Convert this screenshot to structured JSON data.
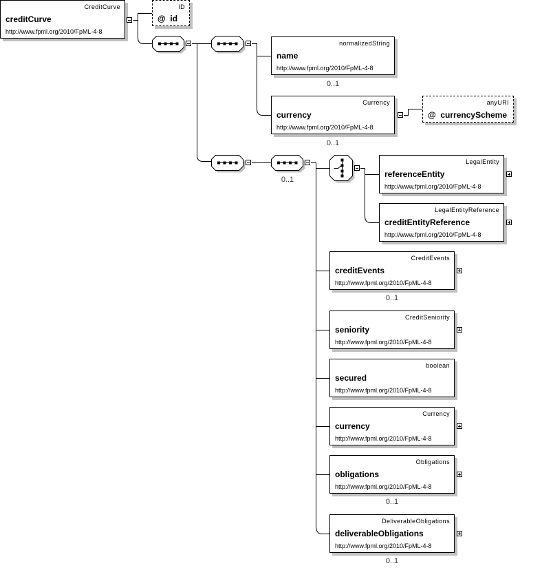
{
  "root": {
    "type": "CreditCurve",
    "name": "creditCurve",
    "ns": "http://www.fpml.org/2010/FpML-4-8"
  },
  "root_attr": {
    "type": "ID",
    "name": "id",
    "prefix": "@"
  },
  "name_el": {
    "type": "normalizedString",
    "name": "name",
    "ns": "http://www.fpml.org/2010/FpML-4-8",
    "occ": "0..1"
  },
  "currency_el": {
    "type": "Currency",
    "name": "currency",
    "ns": "http://www.fpml.org/2010/FpML-4-8",
    "occ": "0..1"
  },
  "currency_attr": {
    "type": "anyURI",
    "name": "currencyScheme",
    "prefix": "@"
  },
  "seq2_occ": "0..1",
  "reference_entity": {
    "type": "LegalEntity",
    "name": "referenceEntity",
    "ns": "http://www.fpml.org/2010/FpML-4-8"
  },
  "credit_entity_ref": {
    "type": "LegalEntityReference",
    "name": "creditEntityReference",
    "ns": "http://www.fpml.org/2010/FpML-4-8"
  },
  "credit_events": {
    "type": "CreditEvents",
    "name": "creditEvents",
    "ns": "http://www.fpml.org/2010/FpML-4-8",
    "occ": "0..1"
  },
  "seniority": {
    "type": "CreditSeniority",
    "name": "seniority",
    "ns": "http://www.fpml.org/2010/FpML-4-8"
  },
  "secured": {
    "type": "boolean",
    "name": "secured",
    "ns": "http://www.fpml.org/2010/FpML-4-8"
  },
  "currency2": {
    "type": "Currency",
    "name": "currency",
    "ns": "http://www.fpml.org/2010/FpML-4-8"
  },
  "obligations": {
    "type": "Obligations",
    "name": "obligations",
    "ns": "http://www.fpml.org/2010/FpML-4-8",
    "occ": "0..1"
  },
  "deliverable_obligations": {
    "type": "DeliverableObligations",
    "name": "deliverableObligations",
    "ns": "http://www.fpml.org/2010/FpML-4-8",
    "occ": "0..1"
  }
}
